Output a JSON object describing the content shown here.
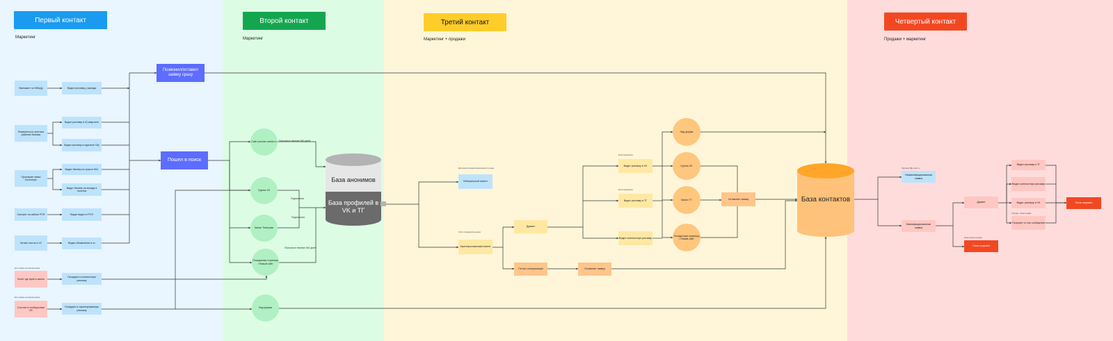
{
  "colors": {
    "panel1": "#e9f5ff",
    "panel2": "#dcfde4",
    "panel3": "#fff6d9",
    "panel4": "#ffdcdc",
    "hdr1": "#1a9bf0",
    "hdr2": "#14a64f",
    "hdr3": "#ffcd29",
    "hdr4": "#f24822",
    "lightBlue": "#bde3fc",
    "pink": "#ffc7c2",
    "indigo": "#5c6dff",
    "green": "#b0f0c2",
    "peach": "#ffc67d",
    "yellow": "#ffe8a3",
    "orange": "#ffc58a"
  },
  "sections": [
    {
      "title": "Первый контакт",
      "subtitle": "Маркетинг"
    },
    {
      "title": "Второй контакт",
      "subtitle": "Маркетинг"
    },
    {
      "title": "Третий контакт",
      "subtitle": "Маркетинг + продажи"
    },
    {
      "title": "Четвертый контакт",
      "subtitle": "Продажи + маркетинг"
    }
  ],
  "nodes": {
    "mkad": "Выезжает по МКАДу",
    "sees_billboard": "Видит рекламу у выезда",
    "walks": "Появляется в элитных районах Москвы",
    "sees_screen": "Видит рекламу в IQ квартале",
    "sees_magazine": "Видит рекламу в журнале City",
    "drives": "Проезжает мимо Болотную",
    "sees_banner_road": "Видит баннер на трассе М11",
    "sees_banner_hill": "Видит баннер на въезде в поселок",
    "sites": "Смотрит на сайтах РСЯ",
    "sees_rsya": "Видит видео в РСЯ",
    "reads_vc": "Читает посты в VC",
    "sees_vc": "Видит объявление в vc",
    "wants_house": "Хочет где купить жилье",
    "context_ad": "Попадает в контекстную рекламу",
    "vk_member": "Состоит в сообществах VK",
    "target_ad": "Попадает в таргетированную рекламу",
    "called": "Позвонил/оставил заявку сразу",
    "search": "Пошел в поиск",
    "site": "Сайт premier-select.ru",
    "group_vk": "Группа VK",
    "channel_tg": "Канал Телеграм",
    "landing": "Посадочная страница / Новый сайт",
    "lead_form_2": "Лид форма",
    "db_anon": "База анонимов",
    "db_profiles": "База профилей в VK и ТГ",
    "neutral": "Нейтральный клиент",
    "engaged": "Заинтересованный клиент",
    "thinks": "Думает",
    "consult": "Готов к консультации",
    "leaves_request_mid": "Оставляет заявку",
    "ad_vk": "Видит рекламу в VK",
    "ad_tg": "Видит рекламу в ТГ",
    "ad_context": "Видит контекстную рекламу",
    "lead_form_3": "Лид форма",
    "group_vk_3": "Группа VK",
    "channel_tg_3": "Канал ТГ",
    "landing_3": "Посадочная страница / Новый сайт",
    "leaves_request": "Оставляет заявку",
    "db_contacts": "База контактов",
    "unqualified": "Неквалифицированная заявка",
    "qualified": "Квалифицированная заявка",
    "thinks_4": "Думает",
    "ready_buy_2": "Готов покупать",
    "ad_tg_4": "Видит рекламу в ТГ",
    "ad_context_4": "Видит контекстную рекламу",
    "ad_vk_4": "Видит рекламу в VK",
    "messages": "Получает от нас сообщения",
    "ready_buy": "Готов покупать"
  },
  "labels": {
    "within_site": "Попытки в течение 540 дней",
    "within_landing": "Попытки в течение 540 дней",
    "subscribes_1": "Подписался",
    "subscribes_2": "Подписался"
  },
  "tiny": {
    "wants": "Есть запрос на покупку жилья",
    "vk": "Есть запрос на покупку жилья",
    "neutral": "Для разного уровня вовлеченности в один",
    "engaged": "Хотел сотрудничать далее",
    "ad_vk": "Если подписался",
    "ad_tg": "Если подписался",
    "unqual": "Причина: БД, ответ. ц.",
    "ready": "Если вышел на связь",
    "messages": "Сотрудн. только в рамк."
  }
}
